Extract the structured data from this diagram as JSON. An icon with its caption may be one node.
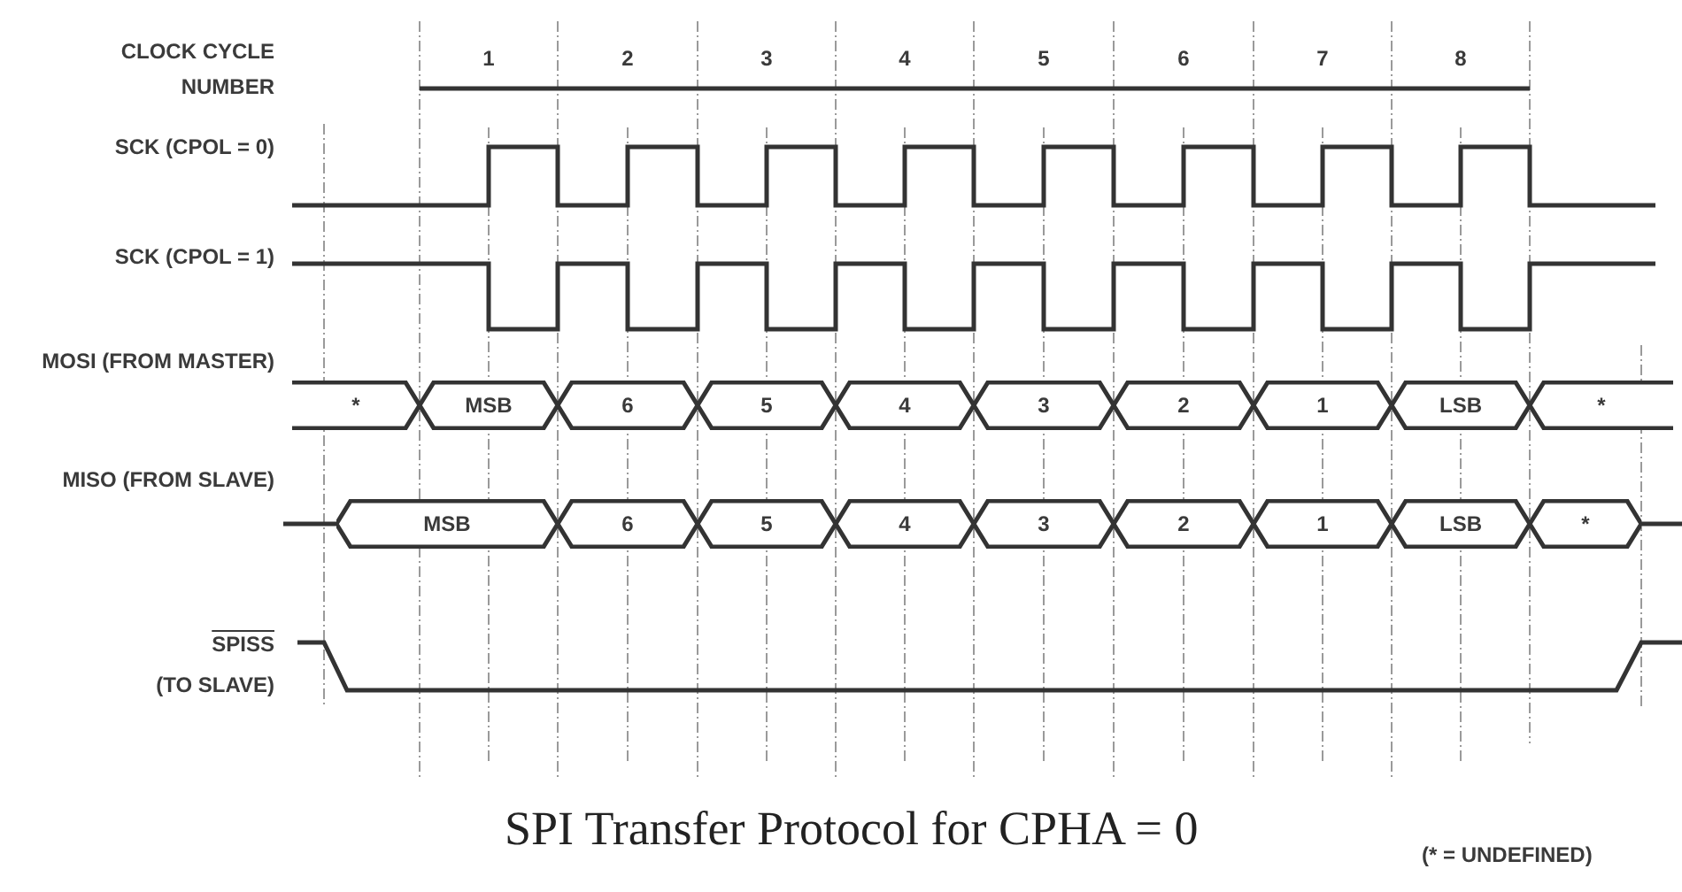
{
  "diagram": {
    "caption": "SPI Transfer Protocol for CPHA = 0",
    "nodes": [
      {
        "text": [
          "*"
        ]
      },
      {
        "text": [
          "MSB"
        ]
      },
      {
        "text": [
          "6"
        ]
      },
      {
        "text": [
          "5"
        ]
      },
      {
        "text": [
          "4"
        ]
      },
      {
        "text": [
          "3"
        ]
      },
      {
        "text": [
          "2"
        ]
      },
      {
        "text": [
          "1"
        ]
      },
      {
        "text": [
          "LSB"
        ]
      },
      {
        "text": [
          "*"
        ]
      },
      {
        "text": [
          "MSB"
        ]
      },
      {
        "text": [
          "6"
        ]
      },
      {
        "text": [
          "5"
        ]
      },
      {
        "text": [
          "4"
        ]
      },
      {
        "text": [
          "3"
        ]
      },
      {
        "text": [
          "2"
        ]
      },
      {
        "text": [
          "1"
        ]
      },
      {
        "text": [
          "LSB"
        ]
      },
      {
        "text": [
          "*"
        ]
      }
    ],
    "labels": [
      "CLOCK CYCLE NUMBER",
      "1",
      "2",
      "3",
      "4",
      "5",
      "6",
      "7",
      "8",
      "SCK (CPOL = 0)",
      "SCK (CPOL = 1)",
      "MOSI (FROM MASTER)",
      "MISO (FROM SLAVE)",
      "SPISS",
      "(TO SLAVE)",
      "(* = UNDEFINED)"
    ]
  }
}
